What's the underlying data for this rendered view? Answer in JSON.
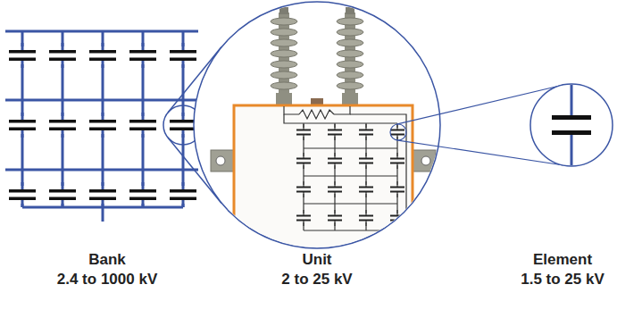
{
  "diagram": {
    "labels": [
      "Bank",
      "2.4 to 1000 kV",
      "Unit",
      "2 to 25 kV",
      "Element",
      "1.5 to 25 kV"
    ]
  }
}
